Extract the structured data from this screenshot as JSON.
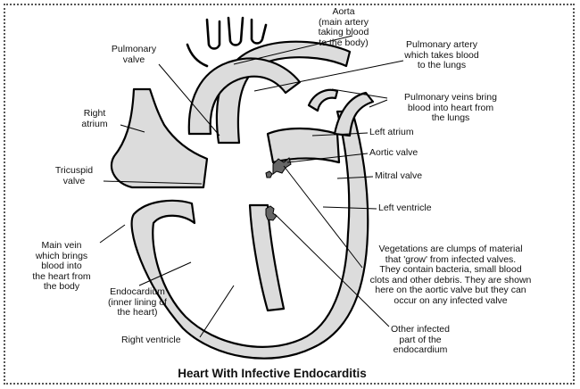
{
  "title": "Heart With Infective Endocarditis",
  "labels": {
    "aorta": "Aorta\n(main artery\ntaking blood\nto the body)",
    "pulmonary_valve": "Pulmonary\nvalve",
    "pulmonary_artery": "Pulmonary artery\nwhich takes blood\nto the lungs",
    "pulmonary_veins": "Pulmonary veins bring\nblood into heart from\nthe lungs",
    "right_atrium": "Right\natrium",
    "left_atrium": "Left atrium",
    "aortic_valve": "Aortic valve",
    "tricuspid_valve": "Tricuspid\nvalve",
    "mitral_valve": "Mitral valve",
    "left_ventricle": "Left ventricle",
    "main_vein": "Main vein\nwhich brings\nblood into\nthe heart from\nthe body",
    "vegetations": "Vegetations are clumps of material\nthat 'grow' from infected valves.\nThey contain bacteria, small blood\nclots and other debris. They are shown\nhere on the aortic valve but they can\noccur on any infected valve",
    "endocardium": "Endocardium\n(inner lining of\nthe heart)",
    "right_ventricle": "Right ventricle",
    "other_infected": "Other infected\npart of the\nendocardium"
  },
  "colors": {
    "fill": "#dcdcdc",
    "stroke": "#000000",
    "border": "#555555"
  }
}
